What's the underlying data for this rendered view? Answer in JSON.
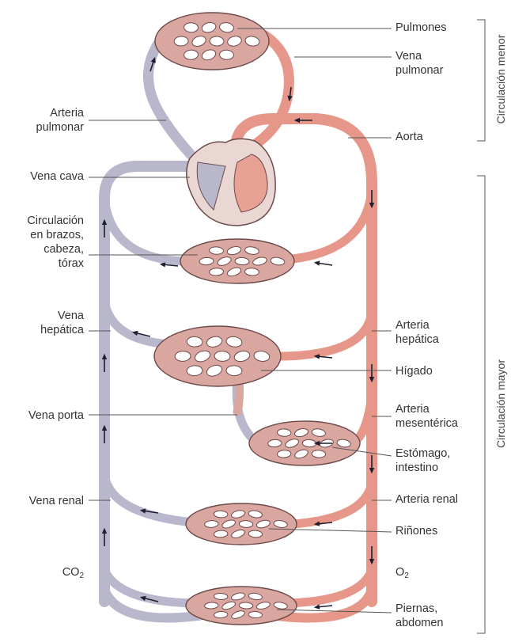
{
  "colors": {
    "venous": "#b9b7cc",
    "venous_dark": "#8e8aa6",
    "arterial": "#e7978a",
    "arterial_dark": "#d36f62",
    "capillary": "#d9a6a0",
    "capillary_stroke": "#6d4a4a",
    "heart": "#e8a195",
    "leader": "#555555"
  },
  "labels": {
    "pulmones": "Pulmones",
    "vena_pulmonar": "Vena\npulmonar",
    "aorta": "Aorta",
    "arteria_pulmonar": "Arteria\npulmonar",
    "vena_cava": "Vena cava",
    "circulacion_brazos": "Circulación\nen brazos,\ncabeza,\ntórax",
    "vena_hepatica": "Vena\nhepática",
    "arteria_hepatica": "Arteria\nhepática",
    "higado": "Hígado",
    "vena_porta": "Vena porta",
    "arteria_mesenterica": "Arteria\nmesentérica",
    "estomago_intestino": "Estómago,\nintestino",
    "vena_renal": "Vena renal",
    "arteria_renal": "Arteria renal",
    "rinones": "Riñones",
    "co2_main": "CO",
    "co2_sub": "2",
    "o2_main": "O",
    "o2_sub": "2",
    "piernas_abdomen": "Piernas,\nabdomen",
    "circulacion_menor": "Circulación menor",
    "circulacion_mayor": "Circulación mayor"
  }
}
